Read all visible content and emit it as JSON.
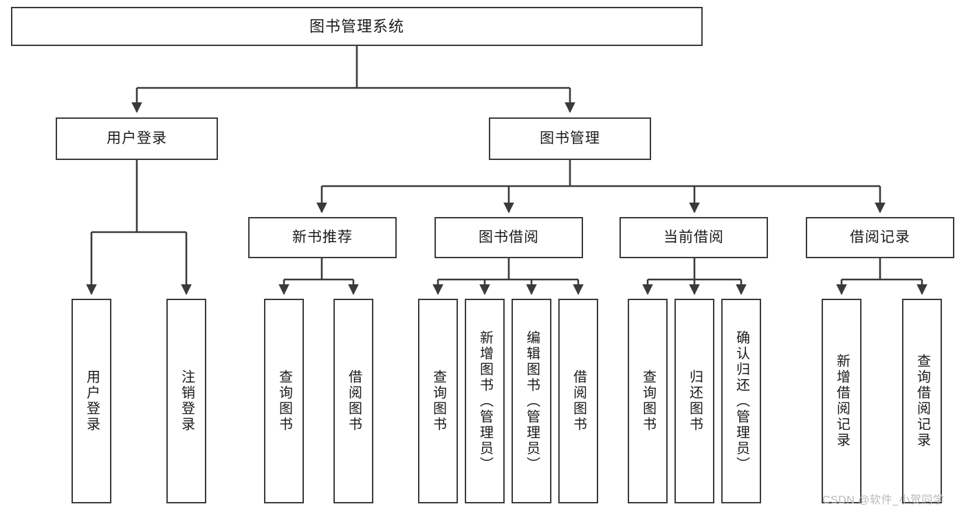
{
  "diagram": {
    "type": "tree",
    "title": "图书管理系统",
    "orientation": "top-down",
    "stroke_color": "#3a3a3a",
    "box_fill": "#ffffff",
    "text_color": "#1a1a1a"
  },
  "watermark": {
    "text": "CSDN @软件_小贺同学",
    "color": "#b9b9b9"
  },
  "nodes": {
    "root": {
      "label": "图书管理系统",
      "level": 0
    },
    "l1": [
      {
        "id": "user_login",
        "label": "用户登录"
      },
      {
        "id": "book_manage",
        "label": "图书管理"
      }
    ],
    "l2": [
      {
        "id": "new_book_rec",
        "label": "新书推荐",
        "parent": "book_manage"
      },
      {
        "id": "book_borrow",
        "label": "图书借阅",
        "parent": "book_manage"
      },
      {
        "id": "current_borrow",
        "label": "当前借阅",
        "parent": "book_manage"
      },
      {
        "id": "borrow_record",
        "label": "借阅记录",
        "parent": "book_manage"
      }
    ],
    "leaves": [
      {
        "id": "leaf_user_login",
        "label": "用户登录",
        "parent": "user_login"
      },
      {
        "id": "leaf_logout",
        "label": "注销登录",
        "parent": "user_login"
      },
      {
        "id": "leaf_query_book_1",
        "label": "查询图书",
        "parent": "new_book_rec"
      },
      {
        "id": "leaf_borrow_book_1",
        "label": "借阅图书",
        "parent": "new_book_rec"
      },
      {
        "id": "leaf_query_book_2",
        "label": "查询图书",
        "parent": "book_borrow"
      },
      {
        "id": "leaf_add_book",
        "label": "新增图书（管理员）",
        "parent": "book_borrow"
      },
      {
        "id": "leaf_edit_book",
        "label": "编辑图书（管理员）",
        "parent": "book_borrow"
      },
      {
        "id": "leaf_borrow_book_2",
        "label": "借阅图书",
        "parent": "book_borrow"
      },
      {
        "id": "leaf_query_book_3",
        "label": "查询图书",
        "parent": "current_borrow"
      },
      {
        "id": "leaf_return_book",
        "label": "归还图书",
        "parent": "current_borrow"
      },
      {
        "id": "leaf_confirm_return",
        "label": "确认归还（管理员）",
        "parent": "current_borrow"
      },
      {
        "id": "leaf_add_record",
        "label": "新增借阅记录",
        "parent": "borrow_record"
      },
      {
        "id": "leaf_query_record",
        "label": "查询借阅记录",
        "parent": "borrow_record"
      }
    ]
  }
}
